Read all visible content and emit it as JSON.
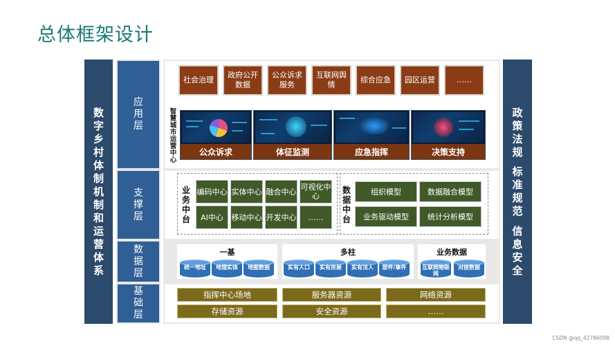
{
  "title": "总体框架设计",
  "left_band": "数字乡村体制机制和运营体系",
  "right_band": [
    "政策法规",
    "标准规范",
    "信息安全"
  ],
  "layers": {
    "app": "应用层",
    "support": "支撑层",
    "data": "数据层",
    "base": "基础层"
  },
  "app_boxes": [
    "社会治理",
    "政府公开数据",
    "公众诉求服务",
    "互联网舆情",
    "综合应急",
    "园区运营",
    "……"
  ],
  "smart_center_label": "智慧城市运营中心",
  "screens": [
    "公众诉求",
    "体征监测",
    "应急指挥",
    "决策支持"
  ],
  "business_platform": {
    "title": "业务中台",
    "items": [
      "编码中心",
      "实体中心",
      "融合中心",
      "可视化中心",
      "AI中心",
      "移动中心",
      "开发中心",
      "……"
    ]
  },
  "data_platform": {
    "title": "数据中台",
    "items": [
      "组织模型",
      "数据融合模型",
      "业务驱动模型",
      "统计分析模型"
    ]
  },
  "data_groups": [
    {
      "title": "一基",
      "items": [
        "统一地址",
        "地理实体",
        "地图数据"
      ]
    },
    {
      "title": "多柱",
      "items": [
        "实有人口",
        "实有房屋",
        "实有法人",
        "部件/事件"
      ]
    },
    {
      "title": "业务数据",
      "items": [
        "互联网物联网",
        "对接数据"
      ]
    }
  ],
  "base_row1": [
    "指挥中心场地",
    "服务器资源",
    "网络资源"
  ],
  "base_row2": [
    "存储资源",
    "安全资源",
    "……"
  ],
  "watermark": "CSDN @qq_42786098",
  "colors": {
    "title": "#1c7a73",
    "band": "#2c4a6b",
    "layer": "#2f5f95",
    "app_box": "#8a3c16",
    "green": "#3f5a28",
    "gold": "#7c6a1c",
    "cylinder": "#2f6fb4"
  }
}
